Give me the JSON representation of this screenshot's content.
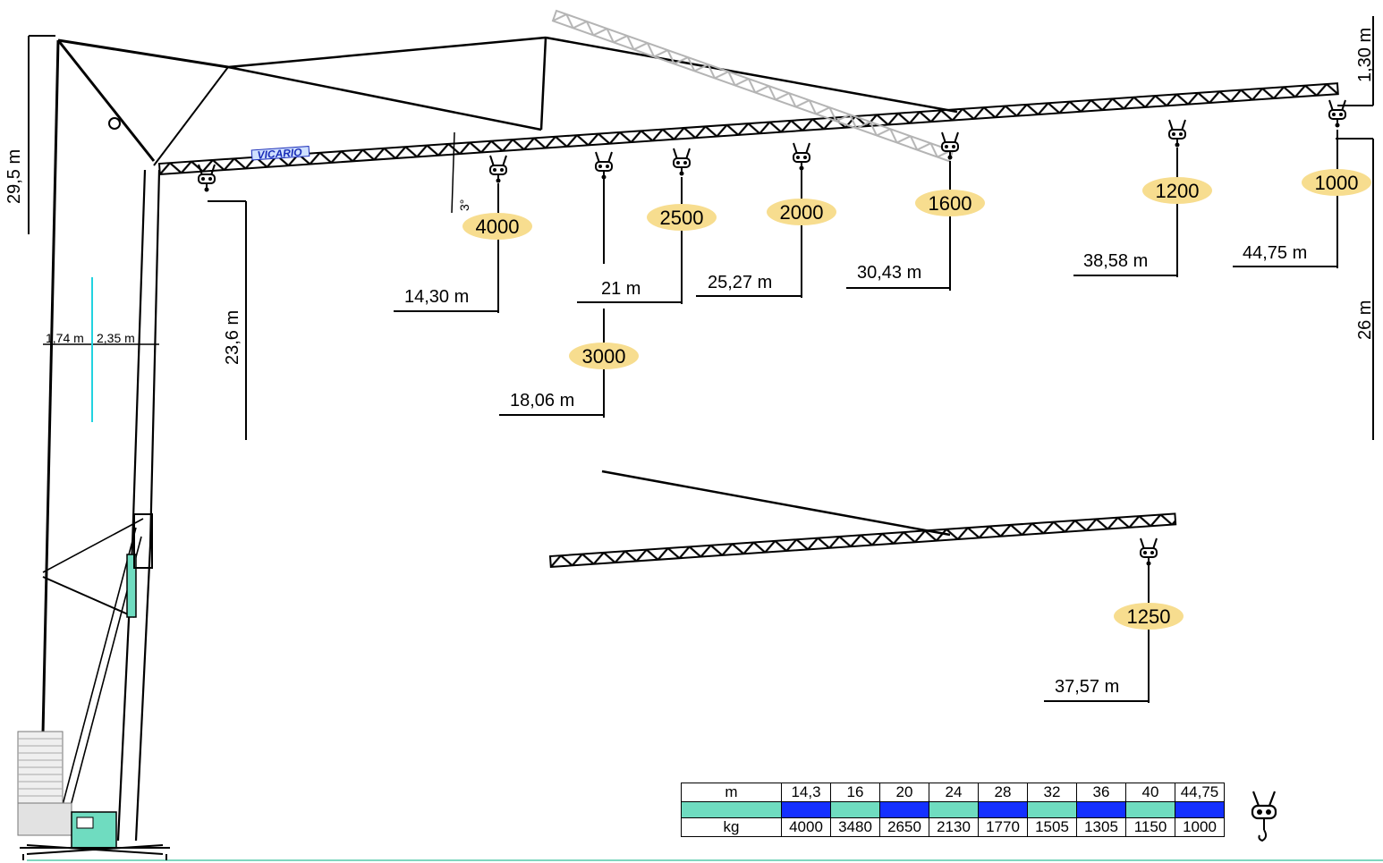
{
  "dimensions": {
    "height_under_hook_max": "29,5 m",
    "height_under_hook_min": "23,6 m",
    "height_26": "26 m",
    "height_130": "1,30 m",
    "base_left": "1,74 m",
    "base_right": "2,35 m",
    "angle": "3°"
  },
  "brand": "VICARIO",
  "radius_points": [
    {
      "load": "4000",
      "distance": "14,30 m"
    },
    {
      "load": "3000",
      "distance": "18,06 m"
    },
    {
      "load": "2500",
      "distance": "21 m"
    },
    {
      "load": "2000",
      "distance": "25,27 m"
    },
    {
      "load": "1600",
      "distance": "30,43 m"
    },
    {
      "load": "1200",
      "distance": "38,58 m"
    },
    {
      "load": "1000",
      "distance": "44,75 m"
    }
  ],
  "reduced_jib": {
    "load": "1250",
    "distance": "37,57 m"
  },
  "load_table": {
    "row_label_distance": "m",
    "row_label_load": "kg",
    "distances": [
      "14,3",
      "16",
      "20",
      "24",
      "28",
      "32",
      "36",
      "40",
      "44,75"
    ],
    "loads": [
      "4000",
      "3480",
      "2650",
      "2130",
      "1770",
      "1505",
      "1305",
      "1150",
      "1000"
    ]
  },
  "colors": {
    "teal": "#6fdcc0",
    "blue": "#1430ff",
    "load_badge": "#f7dd8f"
  }
}
